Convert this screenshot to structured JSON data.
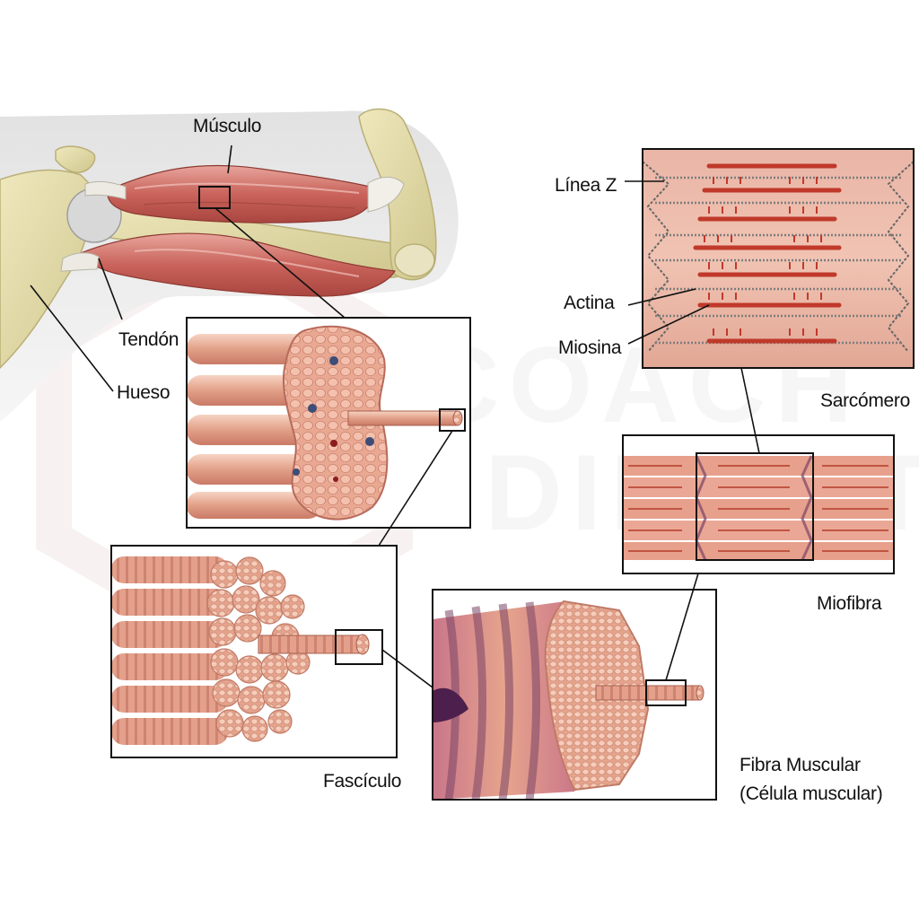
{
  "labels": {
    "musculo": "Músculo",
    "tendon": "Tendón",
    "hueso": "Hueso",
    "linea_z": "Línea Z",
    "actina": "Actina",
    "miosina": "Miosina",
    "sarcomero": "Sarcómero",
    "miofibra": "Miofibra",
    "fasciculo": "Fascículo",
    "fibra_muscular": "Fibra Muscular",
    "celula_muscular": "(Célula muscular)"
  },
  "colors": {
    "bone": "#e3dba8",
    "muscle": "#d4807a",
    "muscle_dark": "#a8443d",
    "fiber_light": "#f2bfa6",
    "fiber": "#e39b84",
    "striation": "#7a4466",
    "actin_myosin": "#c0392b",
    "frame": "#222222"
  }
}
